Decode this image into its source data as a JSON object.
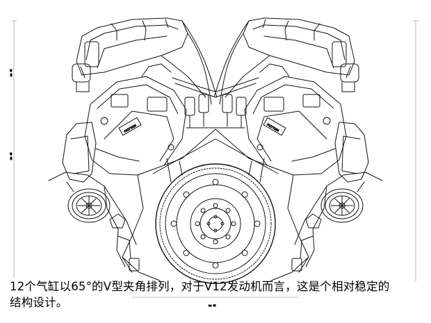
{
  "caption": {
    "line1": "12个气缸以65°的V型夹角排列，对于V12发动机而言，这是个相对稳定的",
    "line2": "结构设计。"
  },
  "drawing": {
    "left_margin_text": "mm 45",
    "left_margin_text_2": "mm 45",
    "bottom_text": "mm 45",
    "left_head_plate": "F4277536",
    "right_head_plate": "F4277536"
  }
}
